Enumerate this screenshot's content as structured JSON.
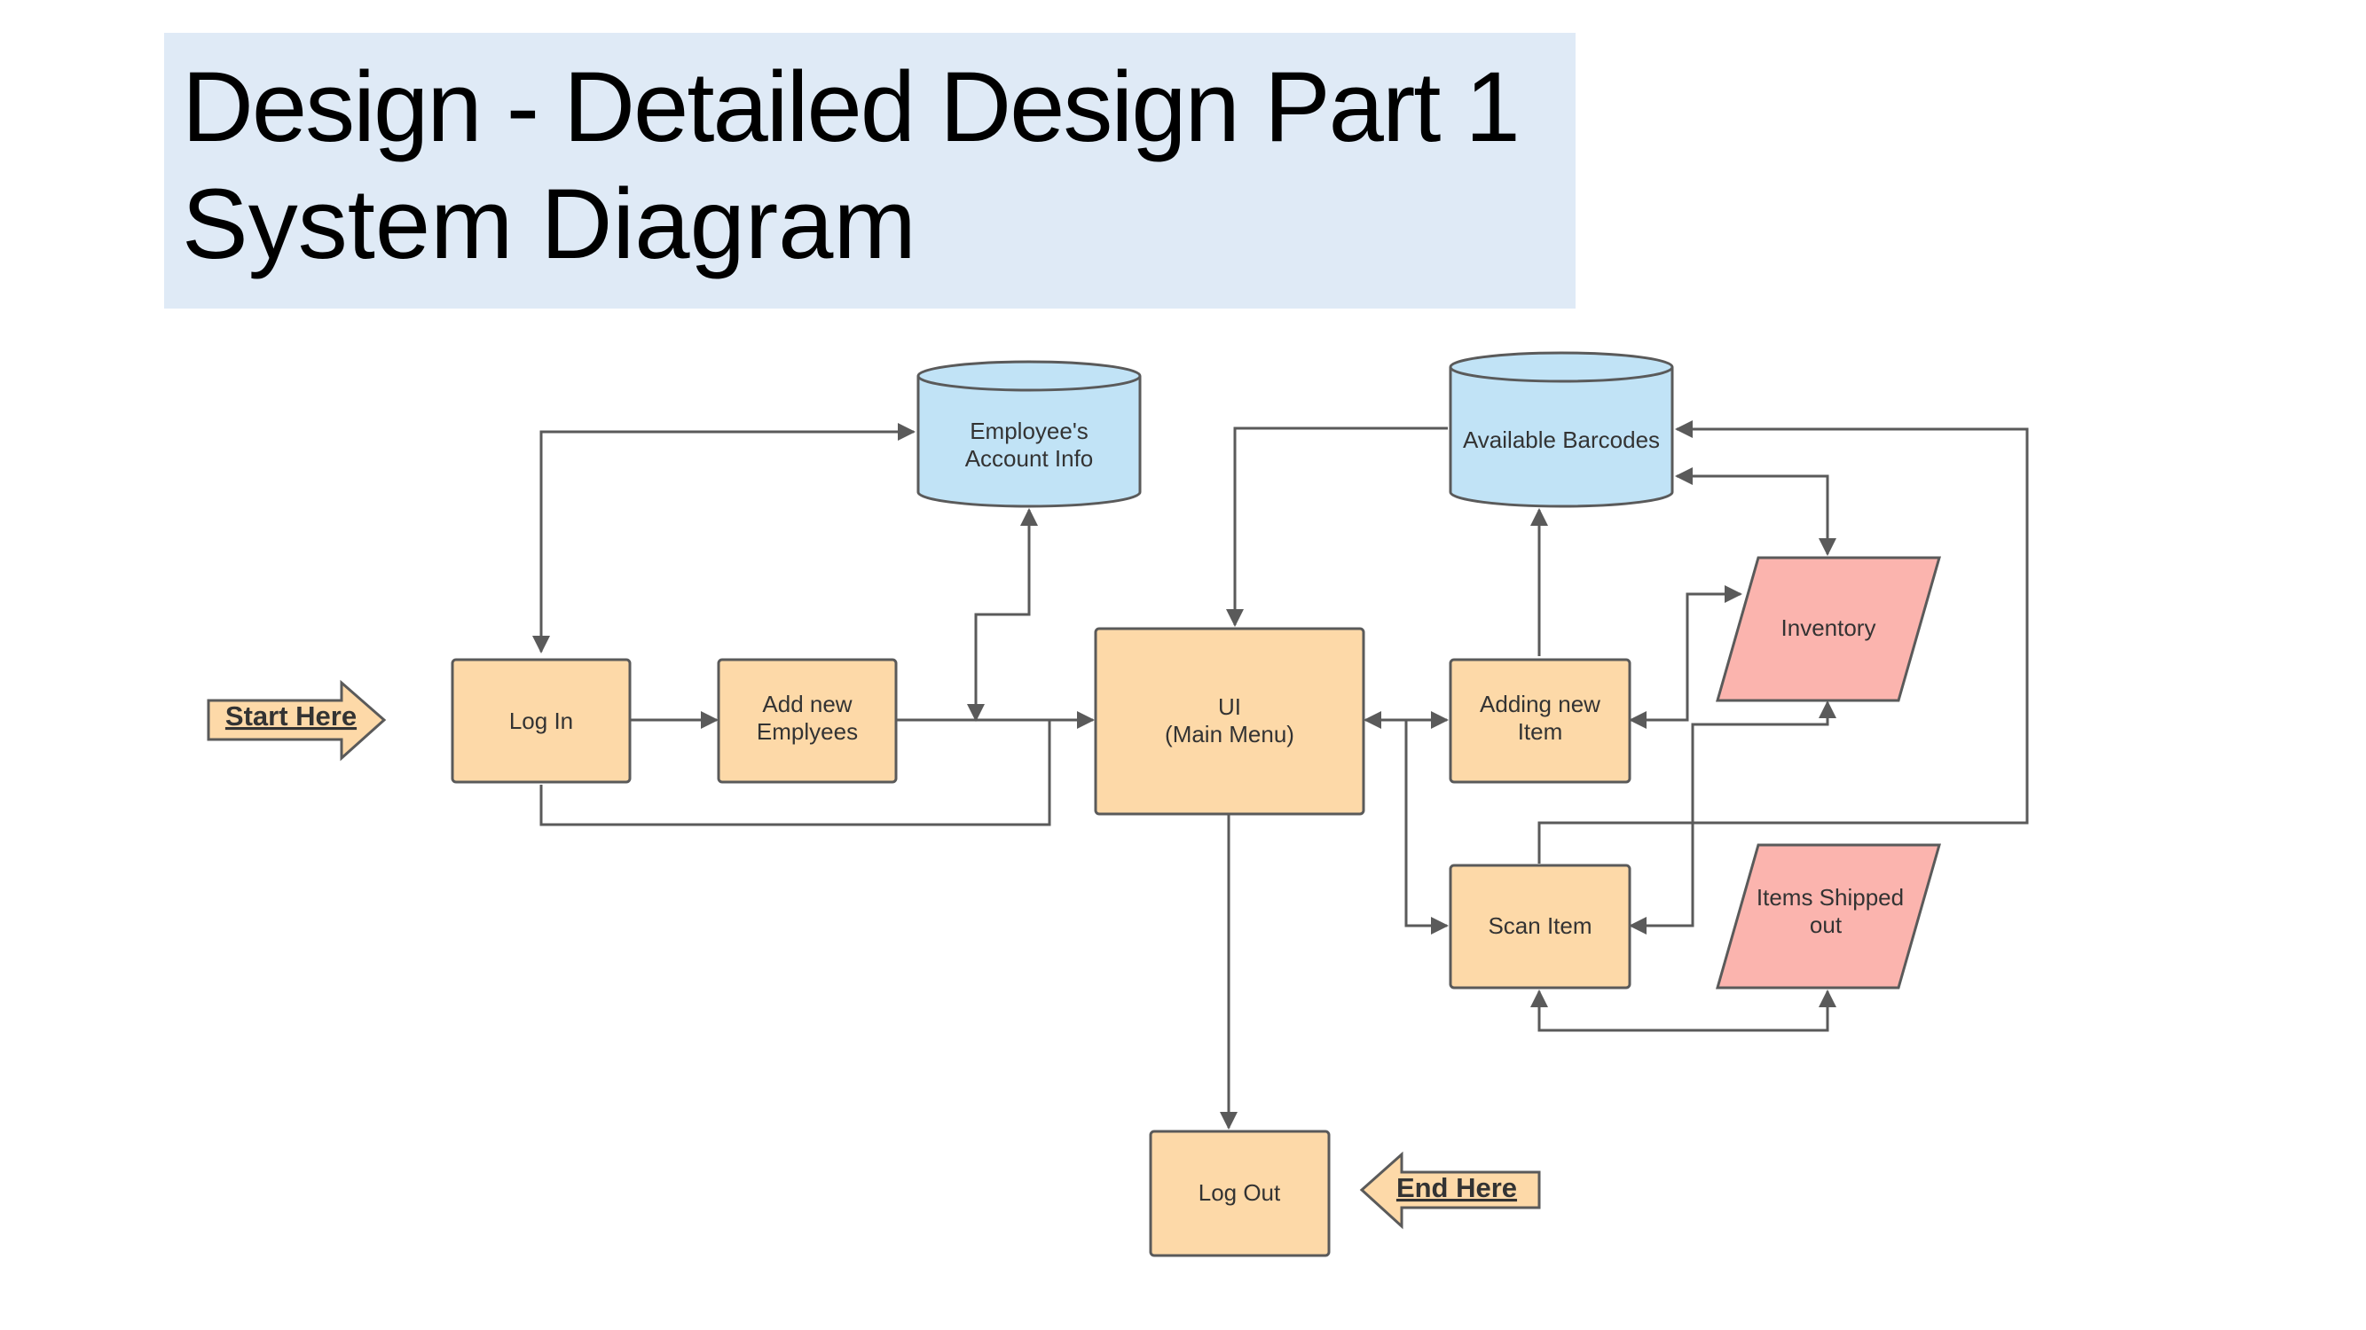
{
  "header": {
    "title": "Design - Detailed Design Part 1",
    "subtitle": "System Diagram"
  },
  "colors": {
    "process_fill": "#fdd9a8",
    "datastore_fill": "#c1e3f6",
    "io_fill": "#fbb4ae",
    "stroke": "#5a5a5a",
    "header_bg": "#dfeaf6"
  },
  "nodes": {
    "start": "Start Here",
    "end": "End Here",
    "login": "Log In",
    "add_employees": [
      "Add new",
      "Emplyees"
    ],
    "employee_db": [
      "Employee's",
      "Account Info"
    ],
    "ui": [
      "UI",
      "(Main Menu)"
    ],
    "barcodes_db": "Available Barcodes",
    "add_item": [
      "Adding new",
      "Item"
    ],
    "scan_item": "Scan Item",
    "inventory": "Inventory",
    "shipped": [
      "Items Shipped",
      "out"
    ],
    "logout": "Log Out"
  }
}
